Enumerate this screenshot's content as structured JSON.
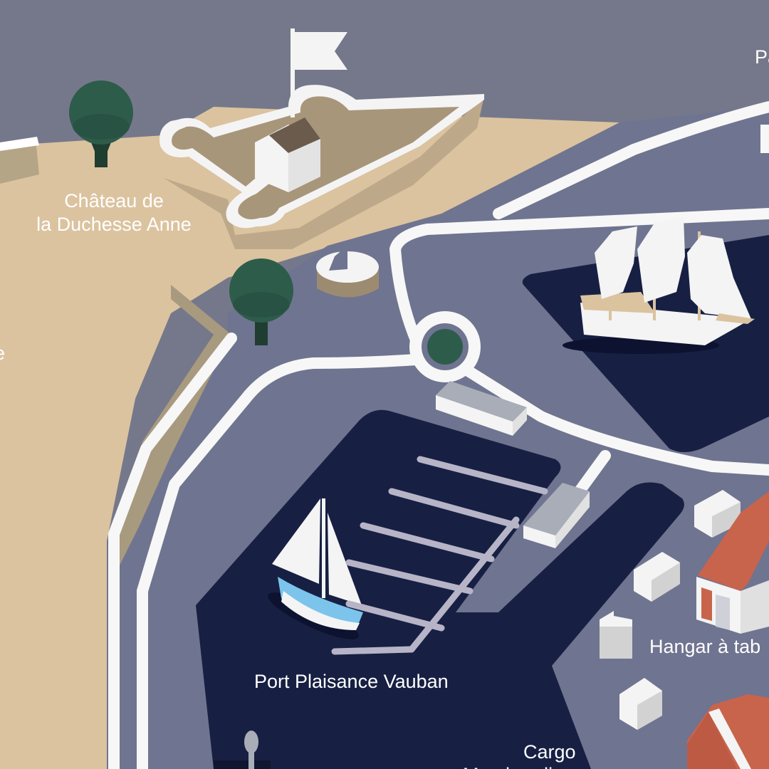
{
  "map": {
    "colors": {
      "sky": "#75788a",
      "land": "#dbc39f",
      "quay": "#6f7490",
      "water": "#172043",
      "road": "#f7f7f7",
      "tree": "#2e5c4b",
      "trunk": "#1f3d31",
      "roof": "#c8644c",
      "wall": "#bda98a"
    },
    "labels": {
      "chateau_line1": "Château de",
      "chateau_line2": "la Duchesse Anne",
      "port_plaisance": "Port Plaisance Vauban",
      "hangar": "Hangar à tab",
      "cargo_line1": "Cargo",
      "cargo_line2": "Marchandise",
      "top_right_partial": "Pa",
      "left_edge_partial": "e"
    },
    "icons": [
      "flag-icon",
      "tree-icon",
      "sailboat-icon",
      "tall-ship-icon",
      "building-icon",
      "roundabout-icon"
    ]
  }
}
